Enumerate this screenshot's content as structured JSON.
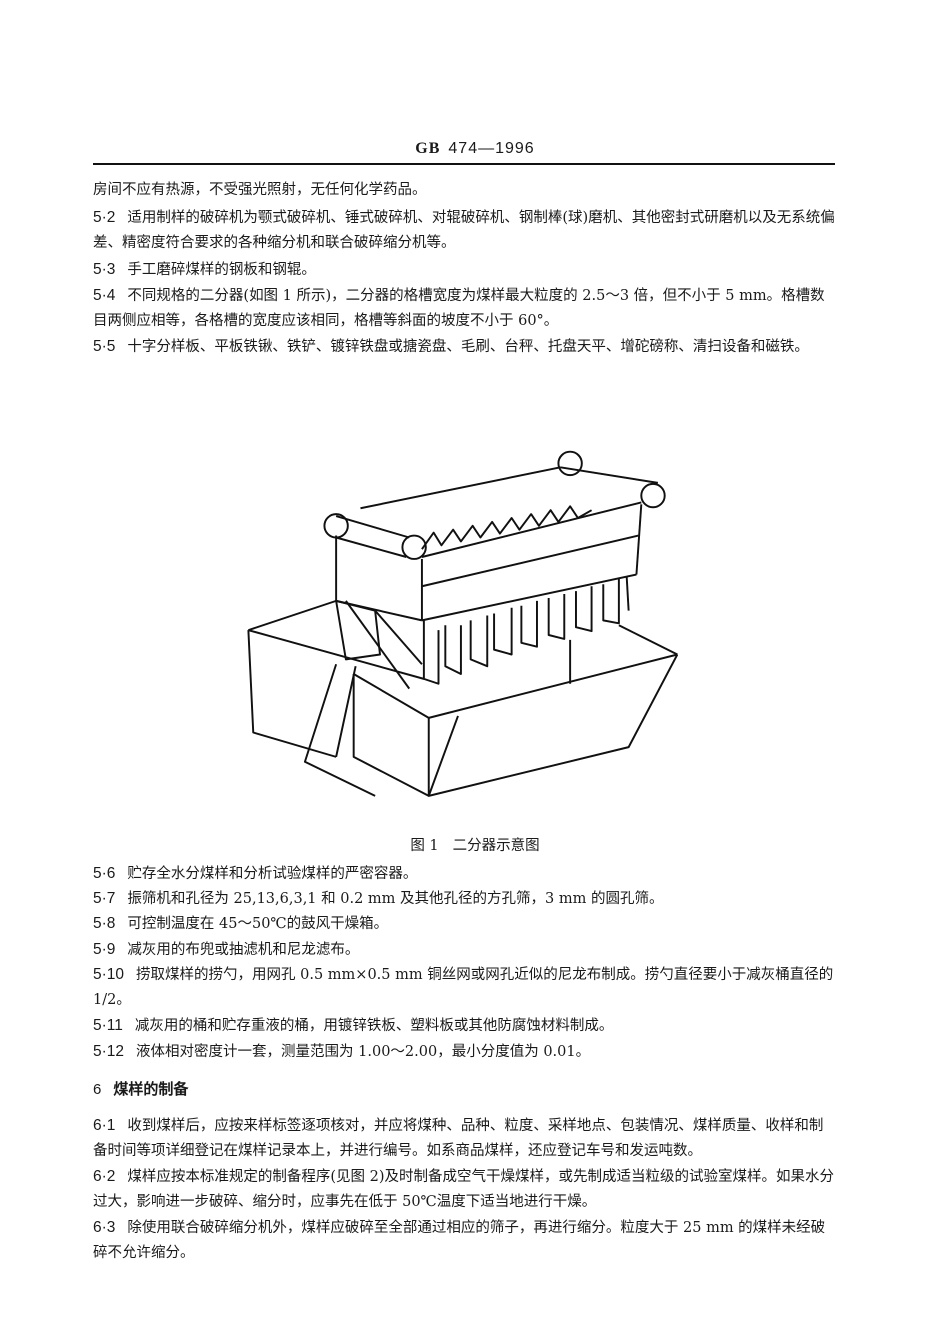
{
  "header": {
    "prefix": "GB",
    "number": "474—1996"
  },
  "paragraphs": [
    {
      "id": "cont",
      "sec": "",
      "text": "房间不应有热源，不受强光照射，无任何化学药品。"
    },
    {
      "id": "5.2",
      "sec": "5·2",
      "text": "适用制样的破碎机为颚式破碎机、锤式破碎机、对辊破碎机、钢制棒(球)磨机、其他密封式研磨机以及无系统偏差、精密度符合要求的各种缩分机和联合破碎缩分机等。"
    },
    {
      "id": "5.3",
      "sec": "5·3",
      "text": "手工磨碎煤样的钢板和钢辊。"
    },
    {
      "id": "5.4",
      "sec": "5·4",
      "text": "不同规格的二分器(如图 1 所示)，二分器的格槽宽度为煤样最大粒度的 2.5～3 倍，但不小于 5 mm。格槽数目两侧应相等，各格槽的宽度应该相同，格槽等斜面的坡度不小于 60°。"
    },
    {
      "id": "5.5",
      "sec": "5·5",
      "text": "十字分样板、平板铁锹、铁铲、镀锌铁盘或搪瓷盘、毛刷、台秤、托盘天平、增砣磅称、清扫设备和磁铁。"
    }
  ],
  "figure": {
    "number": "图 1",
    "title": "二分器示意图",
    "icon": "riffle-splitter-diagram"
  },
  "paragraphs2": [
    {
      "id": "5.6",
      "sec": "5·6",
      "text": "贮存全水分煤样和分析试验煤样的严密容器。"
    },
    {
      "id": "5.7",
      "sec": "5·7",
      "text": "振筛机和孔径为 25,13,6,3,1 和 0.2 mm 及其他孔径的方孔筛，3 mm 的圆孔筛。"
    },
    {
      "id": "5.8",
      "sec": "5·8",
      "text": "可控制温度在 45～50℃的鼓风干燥箱。"
    },
    {
      "id": "5.9",
      "sec": "5·9",
      "text": "减灰用的布兜或抽滤机和尼龙滤布。"
    },
    {
      "id": "5.10",
      "sec": "5·10",
      "text": "捞取煤样的捞勺，用网孔 0.5 mm×0.5 mm 铜丝网或网孔近似的尼龙布制成。捞勺直径要小于减灰桶直径的 1/2。"
    },
    {
      "id": "5.11",
      "sec": "5·11",
      "text": "减灰用的桶和贮存重液的桶，用镀锌铁板、塑料板或其他防腐蚀材料制成。"
    },
    {
      "id": "5.12",
      "sec": "5·12",
      "text": "液体相对密度计一套，测量范围为 1.00～2.00，最小分度值为 0.01。"
    }
  ],
  "section6": {
    "sec": "6",
    "title": "煤样的制备"
  },
  "paragraphs3": [
    {
      "id": "6.1",
      "sec": "6·1",
      "text": "收到煤样后，应按来样标签逐项核对，并应将煤种、品种、粒度、采样地点、包装情况、煤样质量、收样和制备时间等项详细登记在煤样记录本上，并进行编号。如系商品煤样，还应登记车号和发运吨数。"
    },
    {
      "id": "6.2",
      "sec": "6·2",
      "text": "煤样应按本标准规定的制备程序(见图 2)及时制备成空气干燥煤样，或先制成适当粒级的试验室煤样。如果水分过大，影响进一步破碎、缩分时，应事先在低于 50℃温度下适当地进行干燥。"
    },
    {
      "id": "6.3",
      "sec": "6·3",
      "text": "除使用联合破碎缩分机外，煤样应破碎至全部通过相应的筛子，再进行缩分。粒度大于 25 mm 的煤样未经破碎不允许缩分。"
    }
  ]
}
